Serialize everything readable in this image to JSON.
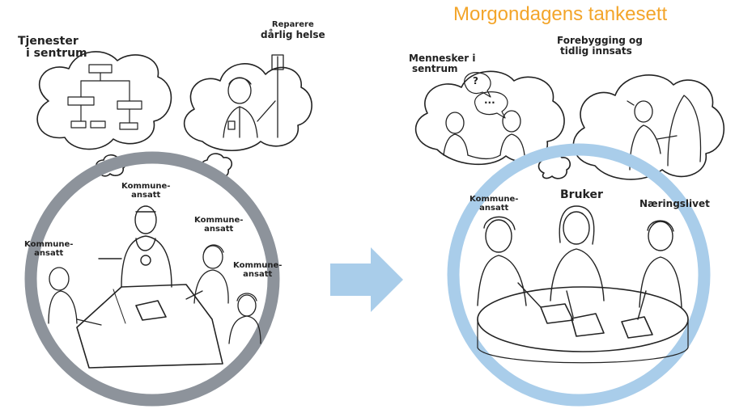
{
  "title": "Morgondagens tankesett",
  "colors": {
    "title": "#f3a52a",
    "old_circle": "#8d939b",
    "new_circle": "#a9cdea",
    "arrow": "#a9cdea",
    "ink": "#222222"
  },
  "left": {
    "cloud_services_label": [
      "Tjenester",
      "i sentrum"
    ],
    "cloud_repair_label": [
      "Reparere",
      "dårlig helse"
    ],
    "labels": {
      "top": [
        "Kommune-",
        "ansatt"
      ],
      "right": [
        "Kommune-",
        "ansatt"
      ],
      "left": [
        "Kommune-",
        "ansatt"
      ],
      "bottom_right": [
        "Kommune-",
        "ansatt"
      ]
    }
  },
  "right": {
    "cloud_people_label": [
      "Mennesker i",
      "sentrum"
    ],
    "cloud_prevention_label": [
      "Forebygging og",
      "tidlig innsats"
    ],
    "speech": "?",
    "speech2": "...",
    "labels": {
      "left": [
        "Kommune-",
        "ansatt"
      ],
      "center": "Bruker",
      "right": "Næringslivet"
    }
  }
}
